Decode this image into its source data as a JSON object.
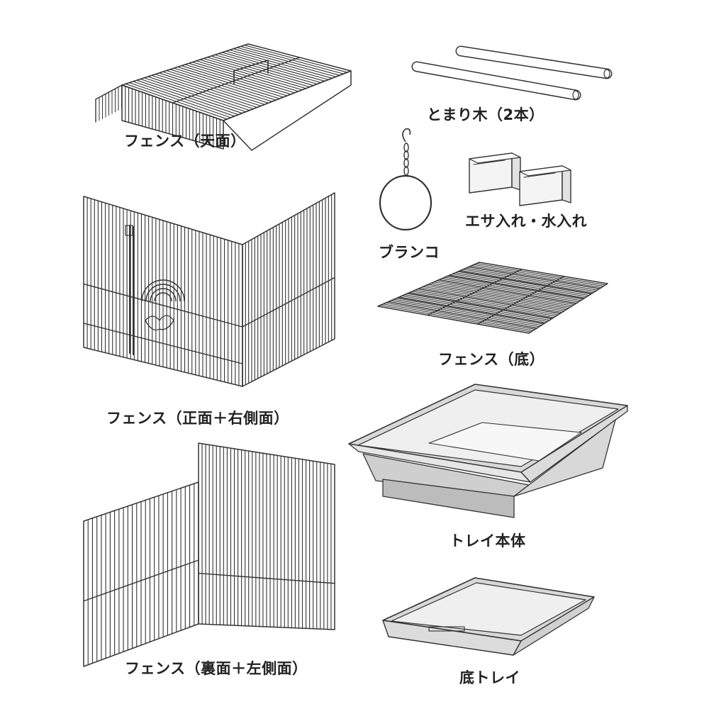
{
  "parts": {
    "fence_top": "フェンス（天面）",
    "perches": "とまり木（2本）",
    "swing": "ブランコ",
    "feeders": "エサ入れ・水入れ",
    "fence_front_right": "フェンス（正面＋右側面）",
    "fence_bottom": "フェンス（底）",
    "tray_body": "トレイ本体",
    "fence_back_left": "フェンス（裏面＋左側面）",
    "bottom_tray": "底トレイ"
  },
  "colors": {
    "line": "#333333",
    "tray_fill": "#d8d8d8",
    "tray_dark": "#bcbcbc",
    "background": "#ffffff"
  }
}
